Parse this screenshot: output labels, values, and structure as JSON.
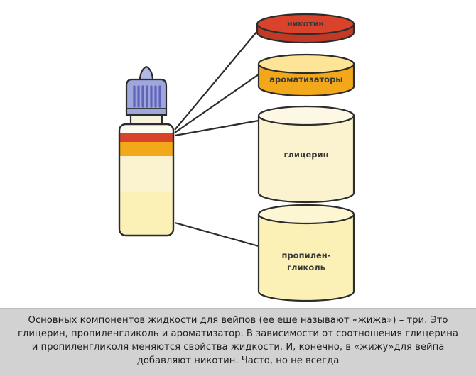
{
  "components": {
    "nicotine": {
      "label": "никотин",
      "color": "#d9432b"
    },
    "flavors": {
      "label": "ароматизаторы",
      "color": "#f2a81a"
    },
    "glycerin": {
      "label": "глицерин",
      "color": "#fbf3cf"
    },
    "propylene_glycol": {
      "label_lines": [
        "пропилен-",
        "гликоль"
      ],
      "color": "#fbf0b5"
    }
  },
  "bottle": {
    "cap_color": "#9fa6dc",
    "cap_stripe_color": "#5e65b9",
    "outline_color": "#2c2c2c"
  },
  "caption": {
    "lines": [
      "Основных компонентов жидкости для вейпов (ее еще называют «жижа») – три. Это",
      "глицерин, пропиленгликоль и ароматизатор. В зависимости от соотношения глицерина",
      "и пропиленгликоля меняются свойства жидкости. И, конечно, в «жижу»для вейпа",
      "добавляют никотин. Часто, но не всегда"
    ]
  }
}
